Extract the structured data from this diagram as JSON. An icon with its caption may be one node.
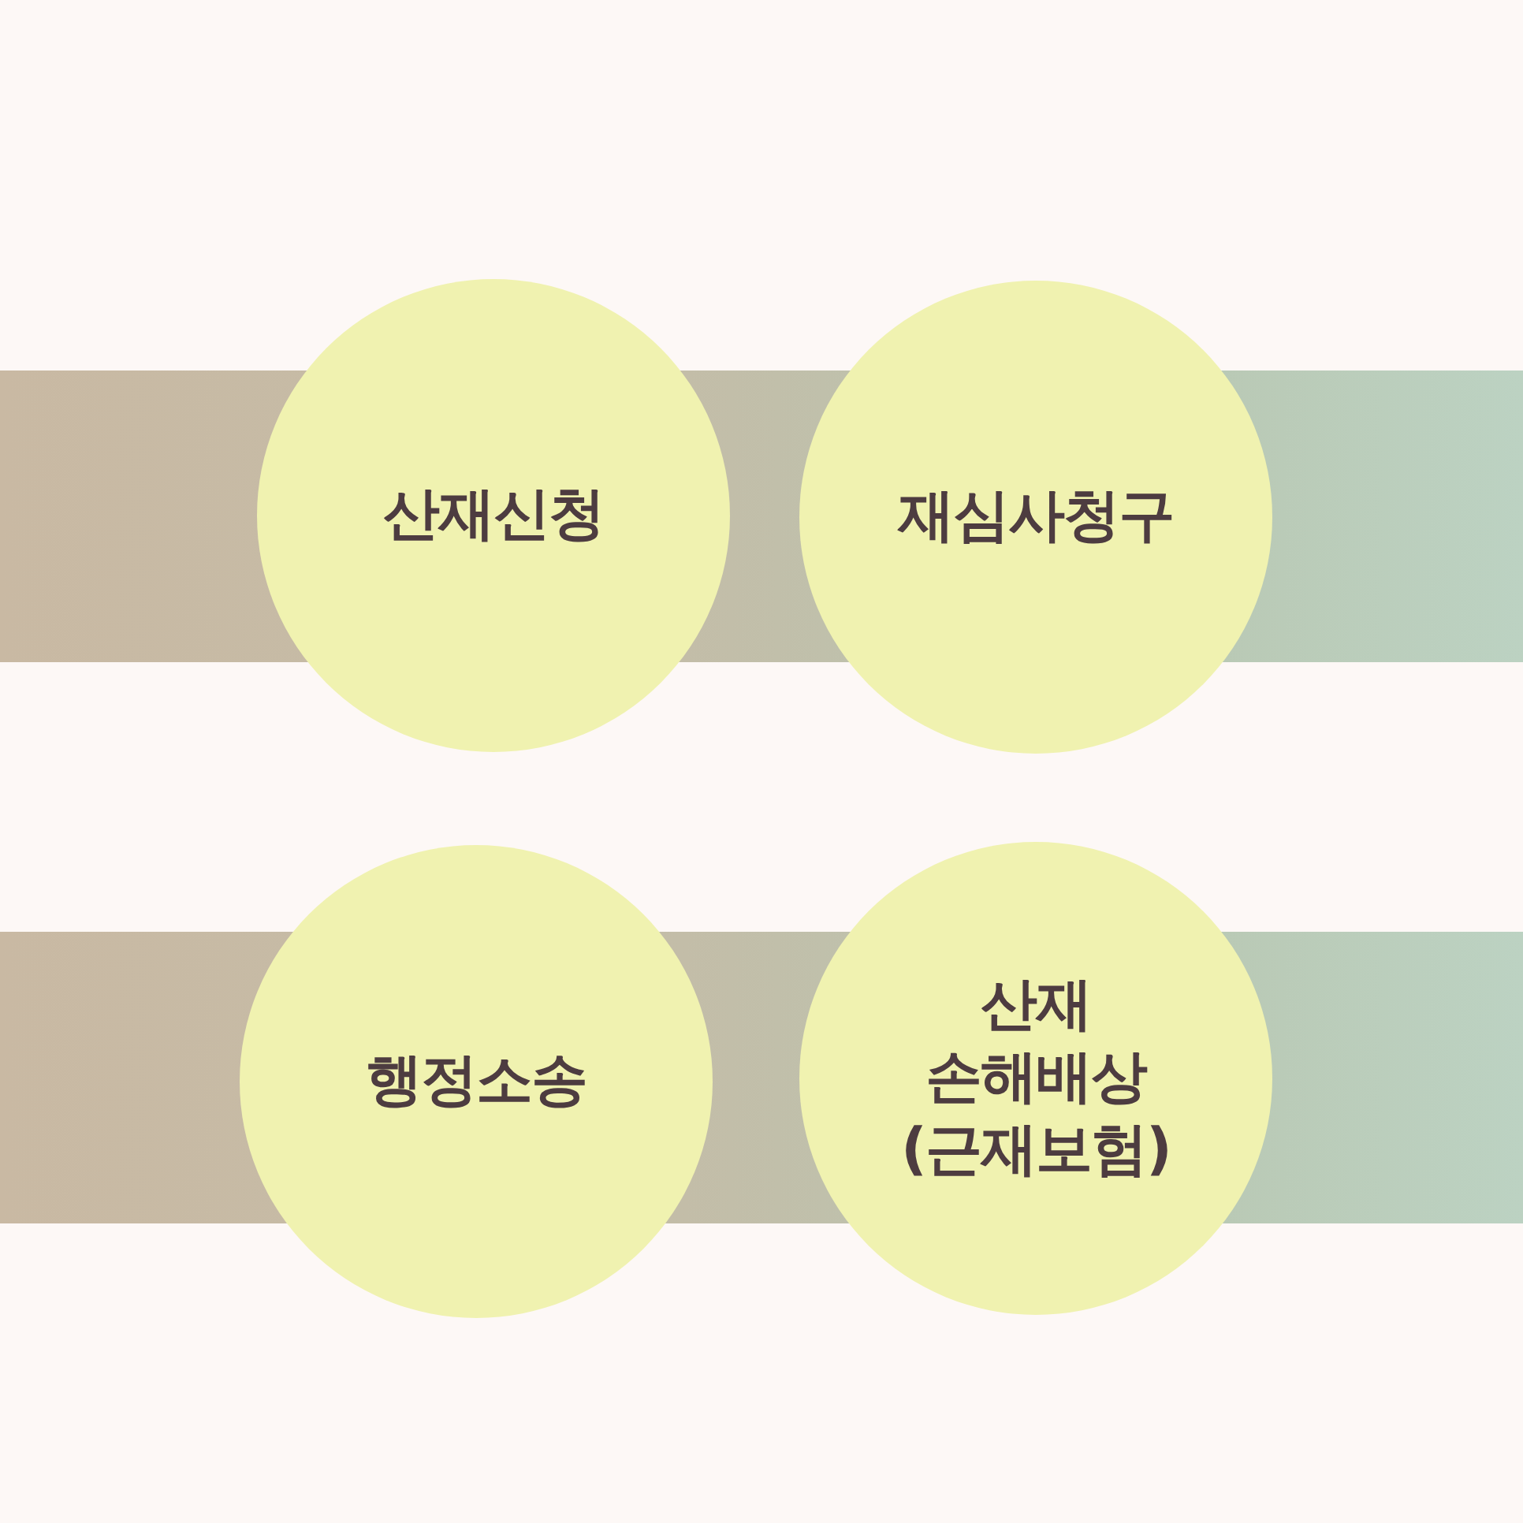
{
  "diagram": {
    "nodes": [
      {
        "text": [
          "산재신청"
        ]
      },
      {
        "text": [
          "재심사청구"
        ]
      },
      {
        "text": [
          "행정소송"
        ]
      },
      {
        "text": [
          "산재 손해배상 (근재보험)"
        ]
      }
    ]
  }
}
